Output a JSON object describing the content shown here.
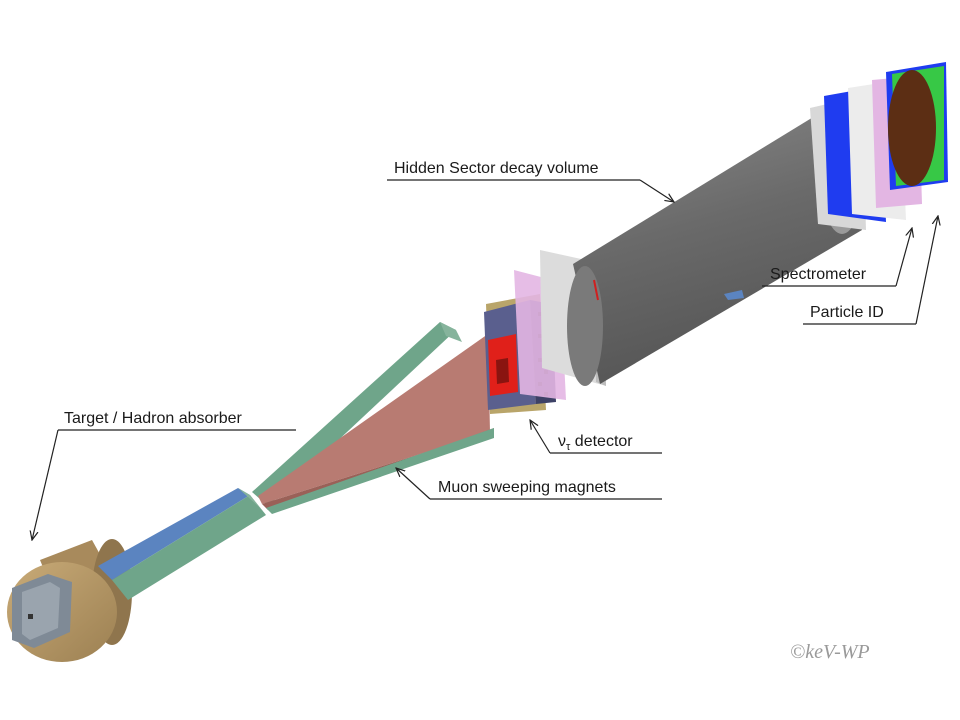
{
  "labels": {
    "decay_volume": "Hidden Sector decay volume",
    "spectrometer": "Spectrometer",
    "particle_id": "Particle ID",
    "target": "Target / Hadron absorber",
    "nu_main": "ν",
    "nu_sub": "τ",
    "nu_rest": " detector",
    "muon": "Muon sweeping magnets"
  },
  "watermark": "©keV-WP",
  "colors": {
    "target_bronze": "#b89a66",
    "beam_green": "#6fa58a",
    "beam_blue": "#5b84c0",
    "magnet_red": "#b87b72",
    "tube_gray": "#6b6b6b",
    "detector_blue": "#1f3cf0",
    "particle_green": "#37c846",
    "vtau_red": "#e0201a",
    "pink_plane": "#e3b6e3"
  }
}
